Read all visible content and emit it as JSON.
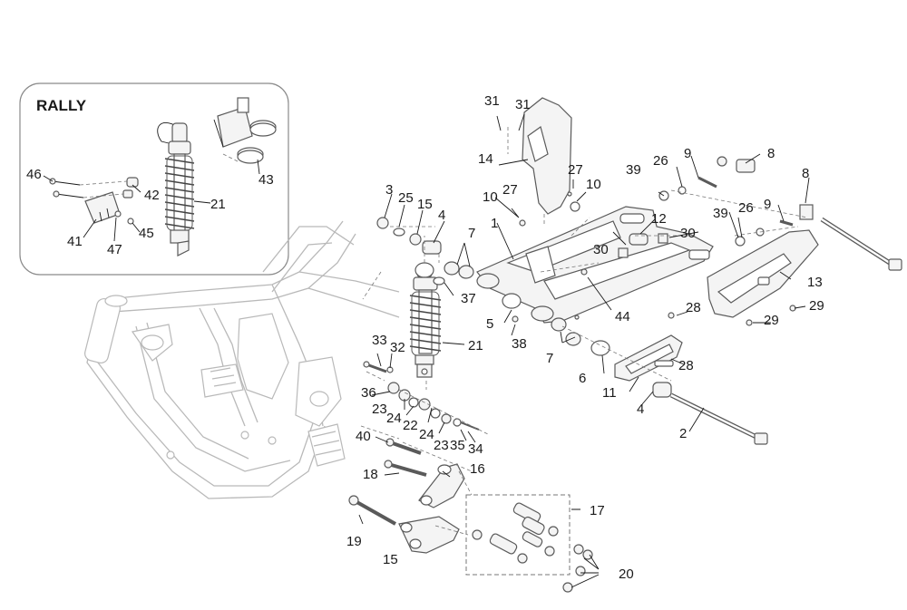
{
  "inset": {
    "title": "RALLY"
  },
  "labels": {
    "l1": "1",
    "l2": "2",
    "l3": "3",
    "l4a": "4",
    "l4b": "4",
    "l5": "5",
    "l6": "6",
    "l7a": "7",
    "l7b": "7",
    "l8a": "8",
    "l8b": "8",
    "l9a": "9",
    "l9b": "9",
    "l10a": "10",
    "l10b": "10",
    "l11": "11",
    "l12": "12",
    "l13": "13",
    "l14": "14",
    "l15a": "15",
    "l15b": "15",
    "l16": "16",
    "l17": "17",
    "l18": "18",
    "l19": "19",
    "l20": "20",
    "l21a": "21",
    "l21b": "21",
    "l22": "22",
    "l23a": "23",
    "l23b": "23",
    "l24a": "24",
    "l24b": "24",
    "l25": "25",
    "l26a": "26",
    "l26b": "26",
    "l27a": "27",
    "l27b": "27",
    "l28a": "28",
    "l28b": "28",
    "l29a": "29",
    "l29b": "29",
    "l30a": "30",
    "l30b": "30",
    "l31a": "31",
    "l31b": "31",
    "l32": "32",
    "l33": "33",
    "l34": "34",
    "l35": "35",
    "l36": "36",
    "l37": "37",
    "l38": "38",
    "l39a": "39",
    "l39b": "39",
    "l40": "40",
    "l41": "41",
    "l42": "42",
    "l43": "43",
    "l44": "44",
    "l45": "45",
    "l46": "46",
    "l47": "47"
  },
  "colors": {
    "line": "#1a1a1a",
    "frame": "#b9b9b9",
    "part": "#5a5a5a"
  }
}
